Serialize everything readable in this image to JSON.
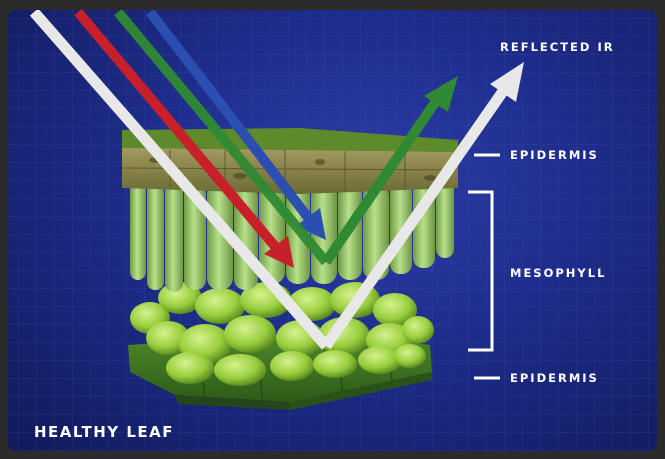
{
  "labels": {
    "reflected_ir": "REFLECTED IR",
    "epidermis_top": "EPIDERMIS",
    "mesophyll": "MESOPHYLL",
    "epidermis_bottom": "EPIDERMIS"
  },
  "caption": "HEALTHY LEAF",
  "colors": {
    "background": "#1e2c8a",
    "ir_arrow": "#e8e8e8",
    "red_arrow": "#c8202a",
    "green_arrow": "#2f8a33",
    "blue_arrow": "#2a4fb0",
    "leaf_green": "#9ccf52",
    "epidermis_brown": "#8b8a4a",
    "label_text": "#ffffff"
  }
}
